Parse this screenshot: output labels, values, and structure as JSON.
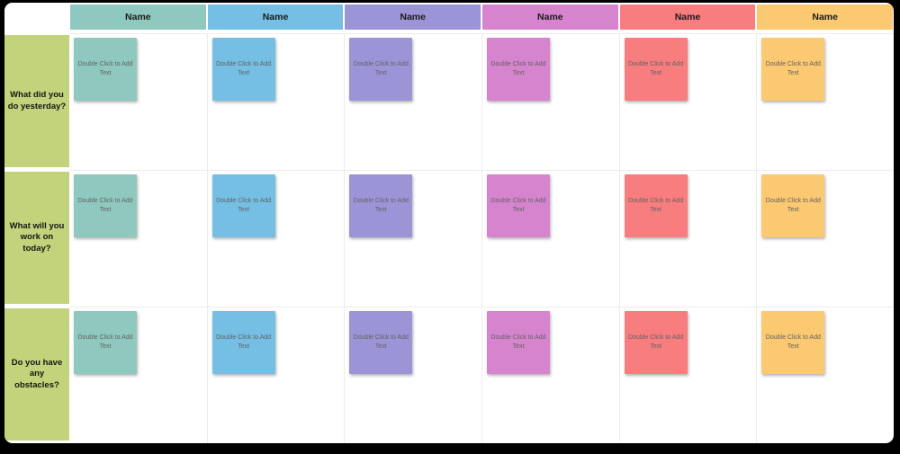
{
  "board": {
    "note_label": "Double Click to Add Text",
    "row_header_color": "#c3d37b",
    "note_text_color": "#636363",
    "background_color": "#000000",
    "card_color": "#ffffff",
    "grid_line_color": "#ececec"
  },
  "columns": [
    {
      "name": "Name",
      "color": "#8fc8be"
    },
    {
      "name": "Name",
      "color": "#75bee4"
    },
    {
      "name": "Name",
      "color": "#9b94d6"
    },
    {
      "name": "Name",
      "color": "#d584cd"
    },
    {
      "name": "Name",
      "color": "#f77d7e"
    },
    {
      "name": "Name",
      "color": "#fac971"
    }
  ],
  "rows": [
    {
      "question": "What did you do yesterday?"
    },
    {
      "question": "What will you work on today?"
    },
    {
      "question": "Do you have any obstacles?"
    }
  ]
}
